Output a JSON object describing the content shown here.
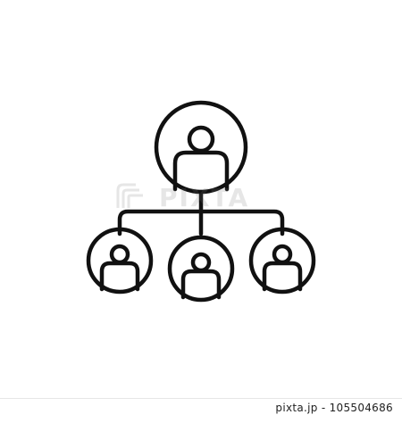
{
  "icon": {
    "name": "organization-hierarchy-icon",
    "stroke_color": "#111111",
    "background": "#ffffff"
  },
  "watermark": {
    "text": "PIXTA",
    "color": "#7a7a7a"
  },
  "footer": {
    "brand": "pixta.jp",
    "separator": "-",
    "image_number": "105504686"
  }
}
